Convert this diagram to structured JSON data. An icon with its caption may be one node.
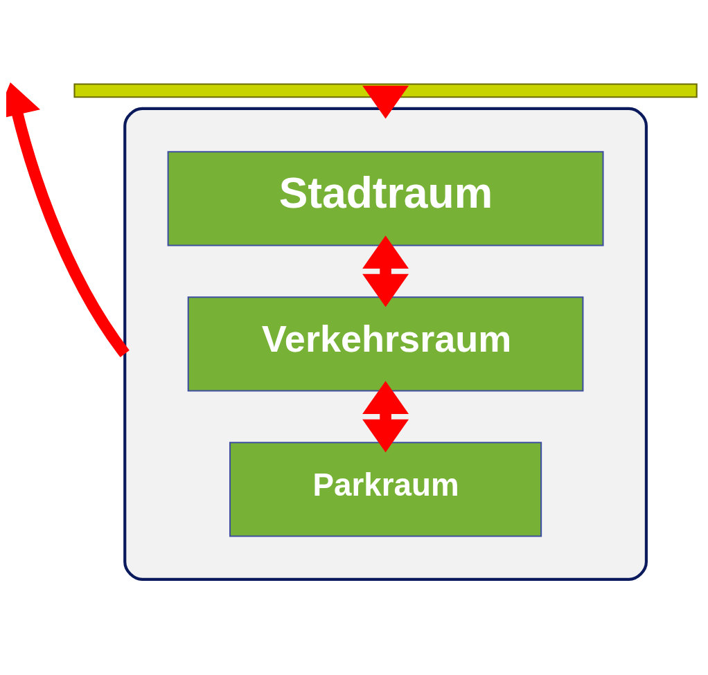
{
  "diagram": {
    "nodes": [
      {
        "text": [],
        "shape": "bar"
      },
      {
        "text": [],
        "shape": "funnel"
      },
      {
        "text": [
          "Stadtraum"
        ],
        "in": 1
      },
      {
        "text": [
          "Verkehrsraum"
        ],
        "in": 1
      },
      {
        "text": [
          "Parkraum"
        ],
        "in": 1
      }
    ],
    "edges": [
      {
        "from": 0,
        "to": 1,
        "arrow": "to"
      },
      {
        "from": 2,
        "to": 3,
        "arrow": "both"
      },
      {
        "from": 3,
        "to": 4,
        "arrow": "both"
      },
      {
        "from": 1,
        "to": null,
        "arrow": "to"
      }
    ]
  }
}
